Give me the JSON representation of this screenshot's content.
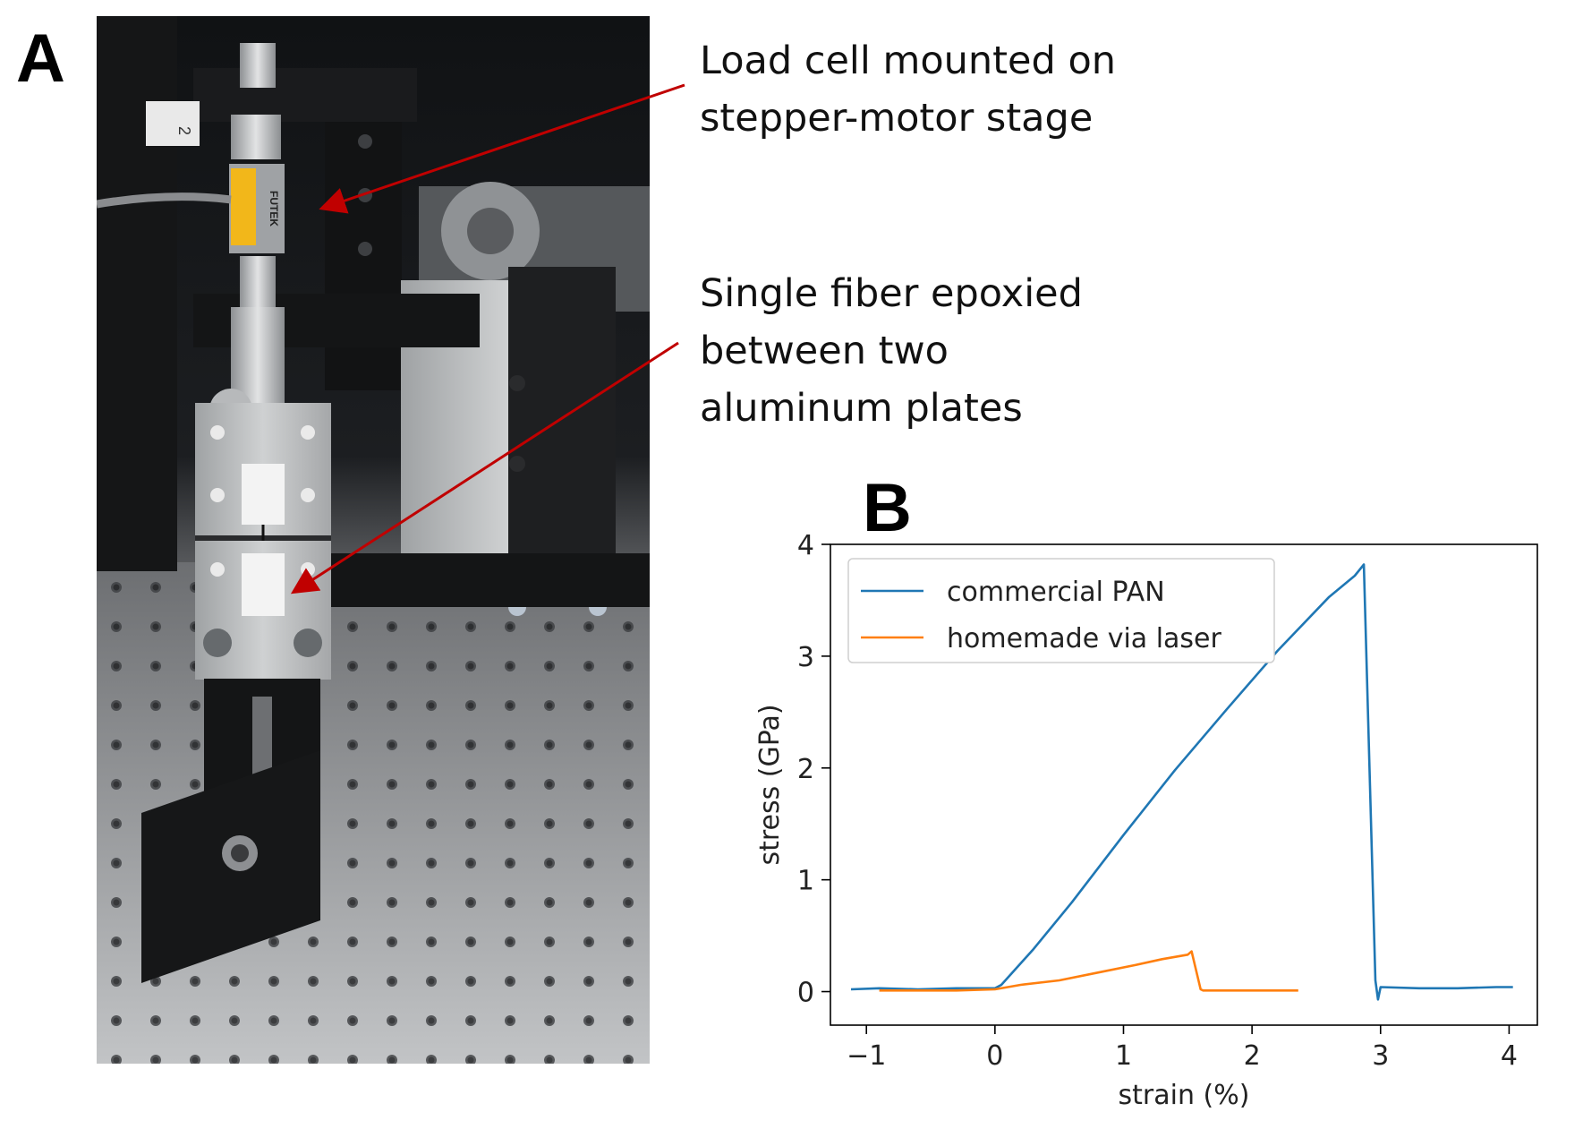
{
  "panels": {
    "a": "A",
    "b": "B"
  },
  "annotations": {
    "load_cell": [
      "Load cell mounted on",
      "stepper-motor stage"
    ],
    "fiber": [
      "Single fiber epoxied",
      "between two",
      "aluminum plates"
    ]
  },
  "photo": {
    "load_cell_brand": "FUTEK",
    "label_on_post": "2"
  },
  "colors": {
    "arrow": "#c00000",
    "commercial": "#1f77b4",
    "homemade": "#ff7f0e"
  },
  "chart_data": {
    "type": "line",
    "xlabel": "strain (%)",
    "ylabel": "stress (GPa)",
    "xlim": [
      -1.28,
      4.22
    ],
    "ylim": [
      -0.3,
      4.0
    ],
    "xticks": [
      -1,
      0,
      1,
      2,
      3,
      4
    ],
    "yticks": [
      0,
      1,
      2,
      3,
      4
    ],
    "xtick_labels": [
      "−1",
      "0",
      "1",
      "2",
      "3",
      "4"
    ],
    "ytick_labels": [
      "0",
      "1",
      "2",
      "3",
      "4"
    ],
    "grid": false,
    "legend": "top-left",
    "series": [
      {
        "name": "commercial PAN",
        "color": "#1f77b4",
        "x": [
          -1.12,
          -0.9,
          -0.6,
          -0.3,
          0.0,
          0.05,
          0.3,
          0.6,
          1.0,
          1.4,
          1.8,
          2.2,
          2.6,
          2.8,
          2.87,
          2.96,
          2.98,
          3.0,
          3.3,
          3.6,
          3.9,
          4.03
        ],
        "y": [
          0.02,
          0.03,
          0.02,
          0.03,
          0.03,
          0.06,
          0.38,
          0.8,
          1.4,
          1.98,
          2.52,
          3.05,
          3.53,
          3.72,
          3.82,
          0.1,
          -0.07,
          0.04,
          0.03,
          0.03,
          0.04,
          0.04
        ]
      },
      {
        "name": "homemade via laser",
        "color": "#ff7f0e",
        "x": [
          -0.9,
          -0.6,
          -0.3,
          0.0,
          0.2,
          0.5,
          0.8,
          1.1,
          1.3,
          1.5,
          1.53,
          1.6,
          1.62,
          1.8,
          2.0,
          2.2,
          2.36
        ],
        "y": [
          0.01,
          0.01,
          0.01,
          0.02,
          0.06,
          0.1,
          0.17,
          0.24,
          0.29,
          0.33,
          0.36,
          0.02,
          0.01,
          0.01,
          0.01,
          0.01,
          0.01
        ]
      }
    ]
  }
}
